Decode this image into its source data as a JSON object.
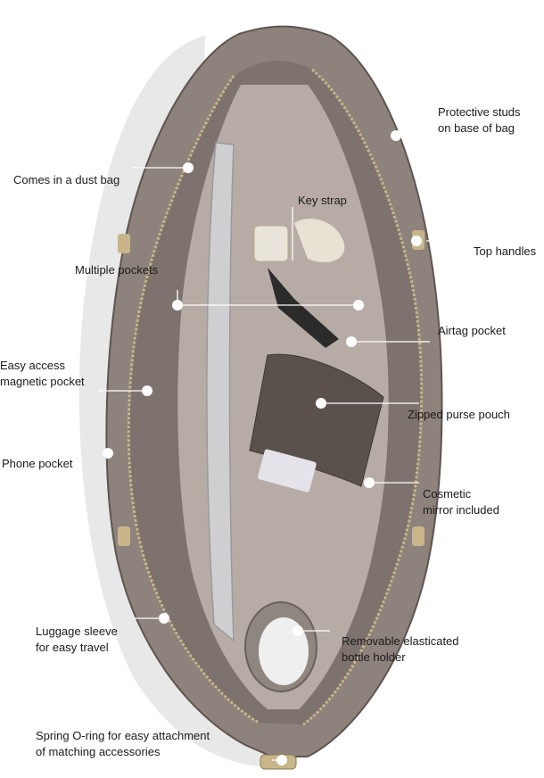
{
  "labels": {
    "protective_studs": [
      "Protective studs",
      "on base of bag"
    ],
    "dust_bag": [
      "Comes in a dust bag"
    ],
    "key_strap": [
      "Key strap"
    ],
    "top_handles": [
      "Top handles"
    ],
    "multiple_pockets": [
      "Multiple pockets"
    ],
    "airtag_pocket": [
      "Airtag pocket"
    ],
    "magnetic_pocket": [
      "Easy access",
      "magnetic pocket"
    ],
    "purse_pouch": [
      "Zipped purse pouch"
    ],
    "phone_pocket": [
      "Phone pocket"
    ],
    "cosmetic_mirror": [
      "Cosmetic",
      "mirror included"
    ],
    "luggage_sleeve": [
      "Luggage sleeve",
      "for easy travel"
    ],
    "bottle_holder": [
      "Removable elasticated",
      "bottle holder"
    ],
    "o_ring": [
      "Spring O-ring for easy attachment",
      "of matching accessories"
    ]
  },
  "colors": {
    "bag_outer": "#8d827c",
    "bag_inner": "#7d726d",
    "lining": "#b6aca5",
    "zipper": "#c8b58a",
    "laptop": "#cfcfd1",
    "callout_line": "#ffffff",
    "callout_dot": "#ffffff"
  }
}
